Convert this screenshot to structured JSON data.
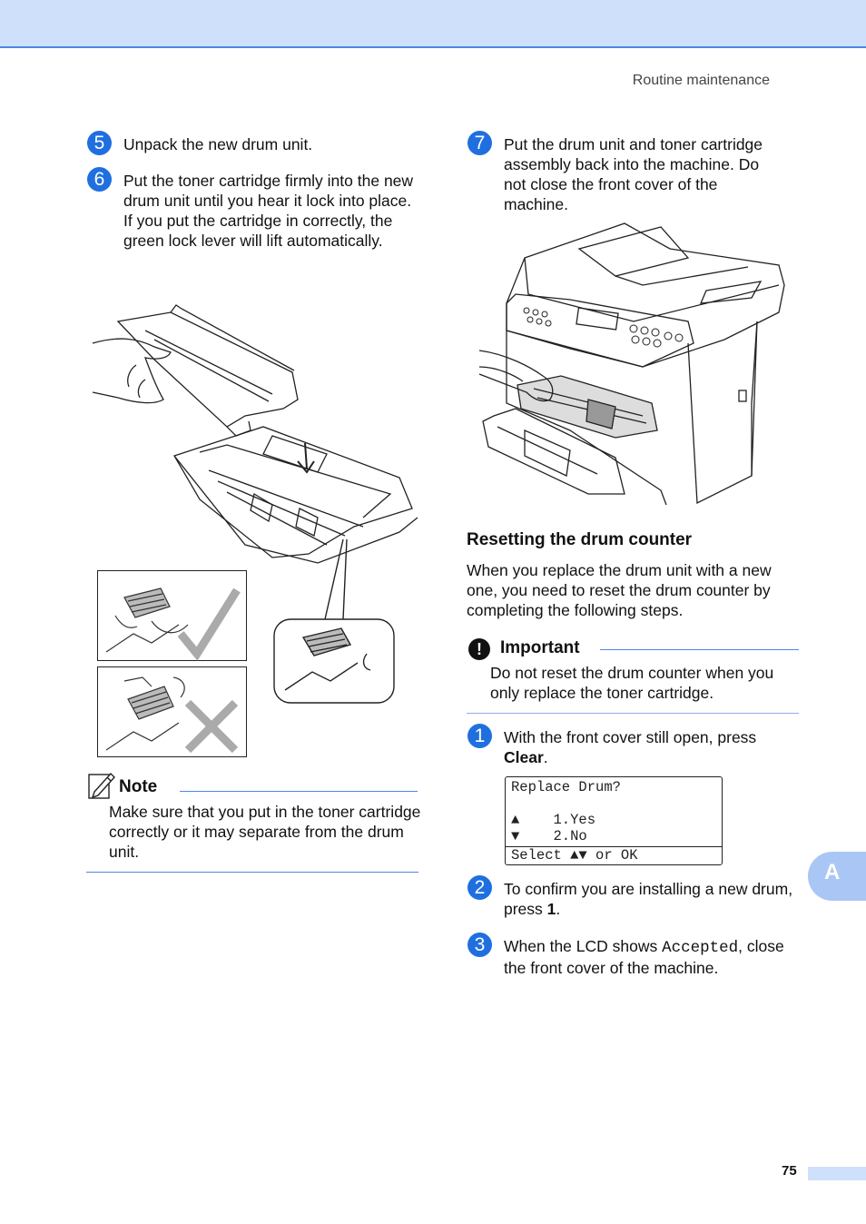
{
  "header": {
    "title": "Routine maintenance"
  },
  "left": {
    "step5": {
      "number": "5",
      "text": "Unpack the new drum unit."
    },
    "step6": {
      "number": "6",
      "text": "Put the toner cartridge firmly into the new drum unit until you hear it lock into place. If you put the cartridge in correctly, the green lock lever will lift automatically."
    },
    "note": {
      "title": "Note",
      "text": "Make sure that you put in the toner cartridge correctly or it may separate from the drum unit."
    }
  },
  "right": {
    "step7": {
      "number": "7",
      "text": "Put the drum unit and toner cartridge assembly back into the machine. Do not close the front cover of the machine."
    },
    "section": {
      "heading": "Resetting the drum counter",
      "body": "When you replace the drum unit with a new one, you need to reset the drum counter by completing the following steps."
    },
    "important": {
      "title": "Important",
      "text": "Do not reset the drum counter when you only replace the toner cartridge."
    },
    "sub1": {
      "number": "1",
      "text_before": "With the front cover still open, press ",
      "bold": "Clear",
      "text_after": "."
    },
    "lcd": {
      "line1": "Replace Drum?",
      "line2": "▲    1.Yes",
      "line3": "▼    2.No",
      "line4": "Select ▲▼ or OK"
    },
    "sub2": {
      "number": "2",
      "text_before": "To confirm you are installing a new drum, press ",
      "bold": "1",
      "text_after": "."
    },
    "sub3": {
      "number": "3",
      "text_before": "When the LCD shows ",
      "mono": "Accepted",
      "text_after": ", close the front cover of the machine."
    }
  },
  "side_tab": {
    "label": "A"
  },
  "footer": {
    "page_number": "75"
  },
  "colors": {
    "accent": "#1f6fe0",
    "band": "#cfe0fb",
    "rule": "#4f86e6",
    "tab": "#a9c6f5"
  }
}
